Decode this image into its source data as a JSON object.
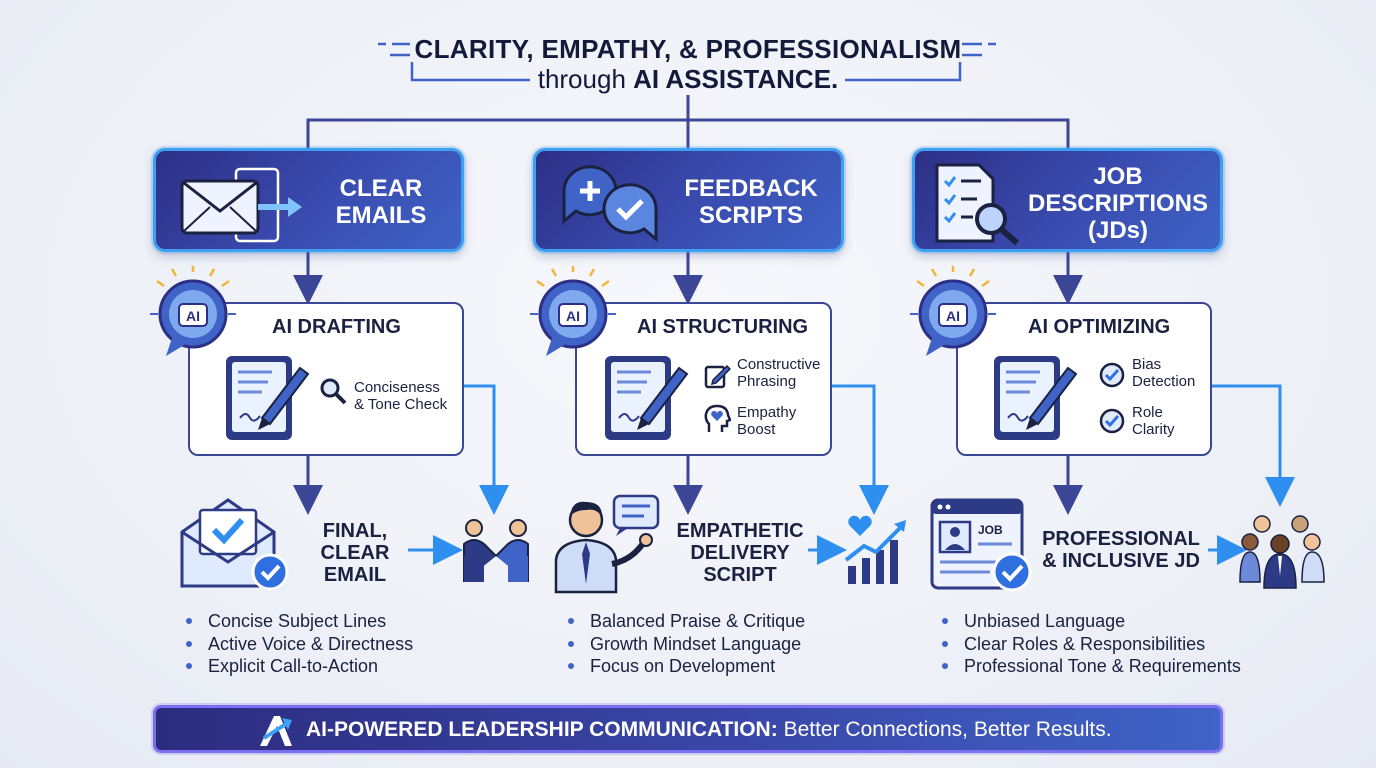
{
  "title": {
    "line1": "CLARITY, EMPATHY, & PROFESSIONALISM",
    "line2_prefix": "through ",
    "line2_bold": "AI ASSISTANCE."
  },
  "columns": [
    {
      "heading_lines": [
        "CLEAR",
        "EMAILS"
      ],
      "ai_label": "AI DRAFTING",
      "checks": [
        {
          "lines": [
            "Conciseness",
            "& Tone Check"
          ],
          "icon": "magnifier-icon"
        }
      ],
      "output_lines": [
        "FINAL,",
        "CLEAR",
        "EMAIL"
      ],
      "bullets": [
        "Concise Subject Lines",
        "Active Voice & Directness",
        "Explicit Call-to-Action"
      ]
    },
    {
      "heading_lines": [
        "FEEDBACK",
        "SCRIPTS"
      ],
      "ai_label": "AI STRUCTURING",
      "checks": [
        {
          "lines": [
            "Constructive",
            "Phrasing"
          ],
          "icon": "edit-icon"
        },
        {
          "lines": [
            "Empathy",
            "Boost"
          ],
          "icon": "heart-head-icon"
        }
      ],
      "output_lines": [
        "EMPATHETIC",
        "DELIVERY",
        "SCRIPT"
      ],
      "bullets": [
        "Balanced Praise & Critique",
        "Growth Mindset Language",
        "Focus on Development"
      ]
    },
    {
      "heading_lines": [
        "JOB",
        "DESCRIPTIONS",
        "(JDs)"
      ],
      "ai_label": "AI OPTIMIZING",
      "checks": [
        {
          "lines": [
            "Bias",
            "Detection"
          ],
          "icon": "check-circle-icon"
        },
        {
          "lines": [
            "Role",
            "Clarity"
          ],
          "icon": "check-circle-icon"
        }
      ],
      "output_lines": [
        "PROFESSIONAL",
        "& INCLUSIVE JD"
      ],
      "output_badge": "JOB",
      "bullets": [
        "Unbiased Language",
        "Clear Roles & Responsibilities",
        "Professional Tone & Requirements"
      ]
    }
  ],
  "ai_badge": "AI",
  "footer": {
    "bold": "AI-POWERED LEADERSHIP COMMUNICATION:",
    "rest": " Better Connections, Better Results."
  },
  "colors": {
    "navy": "#2d2f86",
    "accent_blue": "#3ea0f2",
    "line_blue": "#3b4796",
    "bright_blue": "#2f8ff0",
    "text": "#1b2140"
  }
}
